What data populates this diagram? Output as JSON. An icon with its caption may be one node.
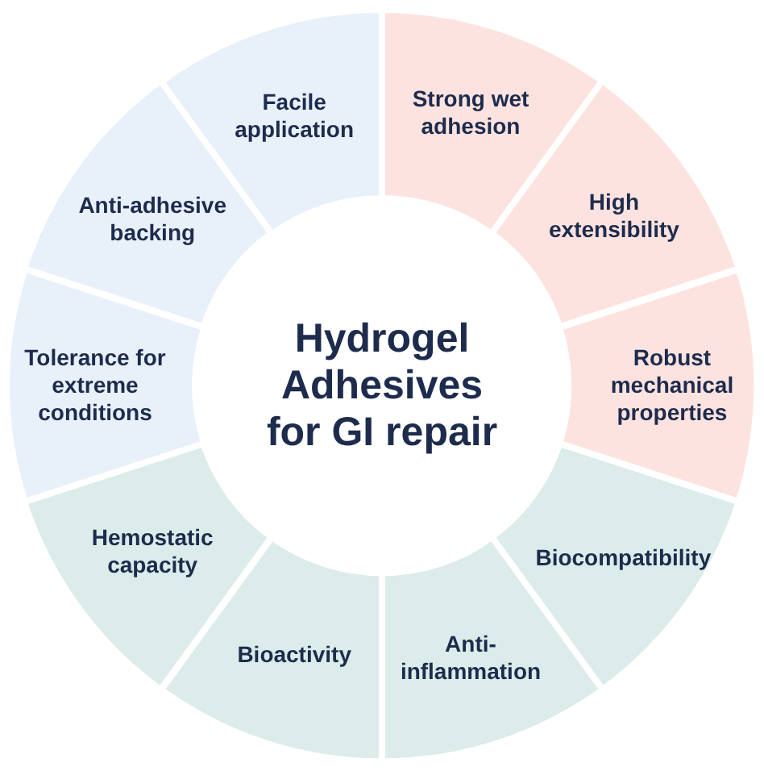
{
  "diagram": {
    "nodes": [
      {
        "text": [
          "Hydrogel Adhesives for GI repair"
        ]
      },
      {
        "text": [
          "Strong wet adhesion"
        ]
      },
      {
        "text": [
          "High extensibility"
        ]
      },
      {
        "text": [
          "Robust mechanical properties"
        ]
      },
      {
        "text": [
          "Biocompatibility"
        ]
      },
      {
        "text": [
          "Anti-inflammation"
        ]
      },
      {
        "text": [
          "Bioactivity"
        ]
      },
      {
        "text": [
          "Hemostatic capacity"
        ]
      },
      {
        "text": [
          "Tolerance for extreme conditions"
        ]
      },
      {
        "text": [
          "Anti-adhesive backing"
        ]
      },
      {
        "text": [
          "Facile application"
        ]
      }
    ]
  }
}
